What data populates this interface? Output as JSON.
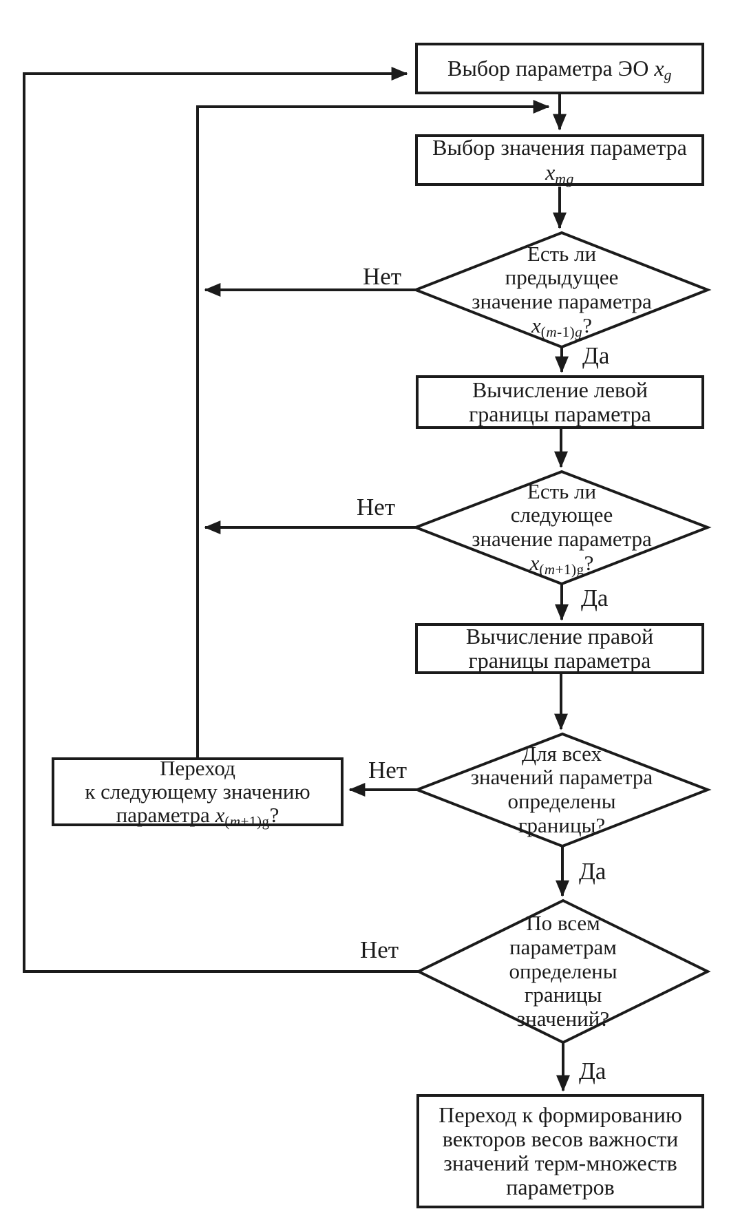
{
  "diagram": "flowchart",
  "colors": {
    "line": "#1b1b1b",
    "text": "#1b1b1b",
    "background": "#ffffff",
    "node_fill": "#ffffff"
  },
  "labels": {
    "yes": "Да",
    "no": "Нет"
  },
  "nodes": {
    "select_param": {
      "text": "Выбор параметра ЭО",
      "math": {
        "base": "x",
        "s2": "g"
      }
    },
    "select_value": {
      "line1": "Выбор значения параметра",
      "math": {
        "base": "x",
        "s2": "mg"
      }
    },
    "prev_check": {
      "line1": "Есть ли",
      "line2": "предыдущее",
      "line3": "значение параметра",
      "math": {
        "base": "x",
        "s1": "(",
        "s2": "m",
        "s3": "-1)",
        "s4": "g",
        "q": "?"
      }
    },
    "left_bound": {
      "line1": "Вычисление левой",
      "line2": "границы параметра"
    },
    "next_check": {
      "line1": "Есть ли",
      "line2": "следующее",
      "line3": "значение параметра",
      "math": {
        "base": "x",
        "s1": "(",
        "s2": "m",
        "s3": "+1)g",
        "q": "?"
      }
    },
    "right_bound": {
      "line1": "Вычисление правой",
      "line2": "границы параметра"
    },
    "all_values_check": {
      "line1": "Для всех",
      "line2": "значений параметра",
      "line3": "определены",
      "line4": "границы?"
    },
    "next_value": {
      "line1": "Переход",
      "line2": "к следующему значению",
      "line3": "параметра",
      "math": {
        "base": "x",
        "s1": "(",
        "s2": "m",
        "s3": "+1)g",
        "q": "?"
      }
    },
    "all_params_check": {
      "line1": "По всем",
      "line2": "параметрам",
      "line3": "определены",
      "line4": "границы",
      "line5": "значений?"
    },
    "final": {
      "line1": "Переход к формированию",
      "line2": "векторов весов важности",
      "line3": "значений терм-множеств",
      "line4": "параметров"
    }
  }
}
